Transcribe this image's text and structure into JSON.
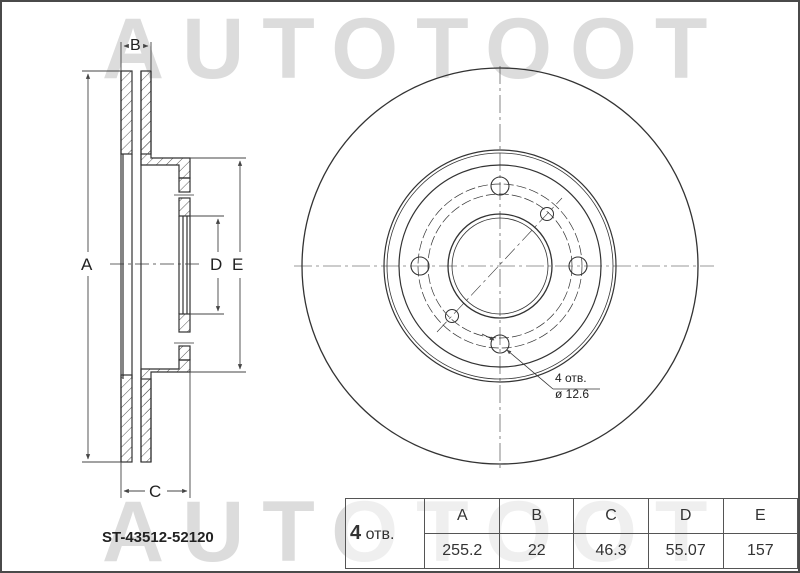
{
  "watermark": {
    "text": "AUTOTOOT"
  },
  "part_number": "ST-43512-52120",
  "side_view": {
    "labels": {
      "A": "A",
      "B": "B",
      "C": "C",
      "D": "D",
      "E": "E"
    }
  },
  "front_view": {
    "bolt_hole_note": {
      "count_text": "4 отв.",
      "diameter_text": "ø 12.6"
    }
  },
  "spec_table": {
    "holes": {
      "count": "4",
      "unit": "отв."
    },
    "headers": [
      "A",
      "B",
      "C",
      "D",
      "E"
    ],
    "values": [
      "255.2",
      "22",
      "46.3",
      "55.07",
      "157"
    ]
  },
  "colors": {
    "line": "#333333",
    "hatch": "#555555",
    "watermark": "#dcdcdc",
    "border": "#4a4a4a"
  }
}
